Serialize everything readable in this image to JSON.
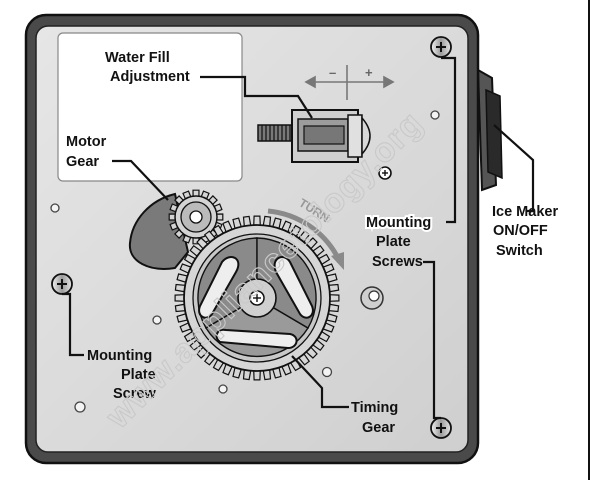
{
  "labels": {
    "water_fill": [
      "Water Fill",
      "Adjustment"
    ],
    "motor_gear": [
      "Motor",
      "Gear"
    ],
    "mounting_plate_screws": [
      "Mounting",
      "Plate",
      "Screws"
    ],
    "mounting_plate_screw": [
      "Mounting",
      "Plate",
      "Screw"
    ],
    "timing_gear": [
      "Timing",
      "Gear"
    ],
    "ice_maker_switch": [
      "Ice Maker",
      "ON/OFF",
      "Switch"
    ]
  },
  "adjust_signs": {
    "minus": "–",
    "plus": "+"
  },
  "turn_label": "TURN",
  "watermark": "www.appliancetology.org",
  "colors": {
    "plate": "#dcdcdc",
    "frame": "#4a4a4a",
    "ink": "#111111",
    "label_box": "#ffffff"
  }
}
